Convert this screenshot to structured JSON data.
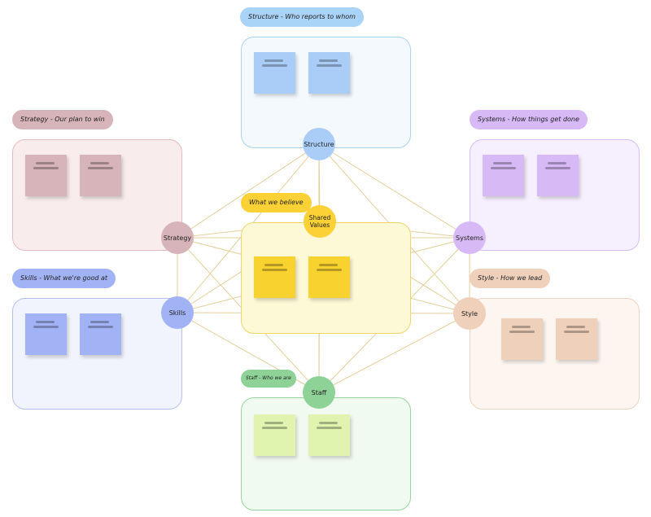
{
  "colors": {
    "line": "#e3cf9a",
    "structure": "#a9cdf7",
    "systems": "#d7b9f5",
    "style": "#efd0bb",
    "staff": "#8ed297",
    "skills": "#a2b3f5",
    "strategy": "#d7b4ba",
    "shared_values": "#fbd136"
  },
  "pills": {
    "structure": "Structure - Who reports to whom",
    "strategy": "Strategy - Our plan to win",
    "systems": "Systems - How things get done",
    "shared_values": "What we believe",
    "skills": "Skills - What we're good at",
    "style": "Style - How we lead",
    "staff": "Staff - Who we are"
  },
  "nodes": {
    "structure": "Structure",
    "strategy": "Strategy",
    "systems": "Systems",
    "shared_values": "Shared Values",
    "skills": "Skills",
    "style": "Style",
    "staff": "Staff"
  },
  "edges": [
    [
      "structure",
      "shared_values"
    ],
    [
      "structure",
      "strategy"
    ],
    [
      "structure",
      "systems"
    ],
    [
      "structure",
      "skills"
    ],
    [
      "structure",
      "style"
    ],
    [
      "structure",
      "staff"
    ],
    [
      "shared_values",
      "strategy"
    ],
    [
      "shared_values",
      "systems"
    ],
    [
      "shared_values",
      "skills"
    ],
    [
      "shared_values",
      "style"
    ],
    [
      "shared_values",
      "staff"
    ],
    [
      "strategy",
      "systems"
    ],
    [
      "strategy",
      "skills"
    ],
    [
      "strategy",
      "style"
    ],
    [
      "strategy",
      "staff"
    ],
    [
      "systems",
      "skills"
    ],
    [
      "systems",
      "style"
    ],
    [
      "systems",
      "staff"
    ],
    [
      "skills",
      "style"
    ],
    [
      "skills",
      "staff"
    ],
    [
      "style",
      "staff"
    ]
  ]
}
